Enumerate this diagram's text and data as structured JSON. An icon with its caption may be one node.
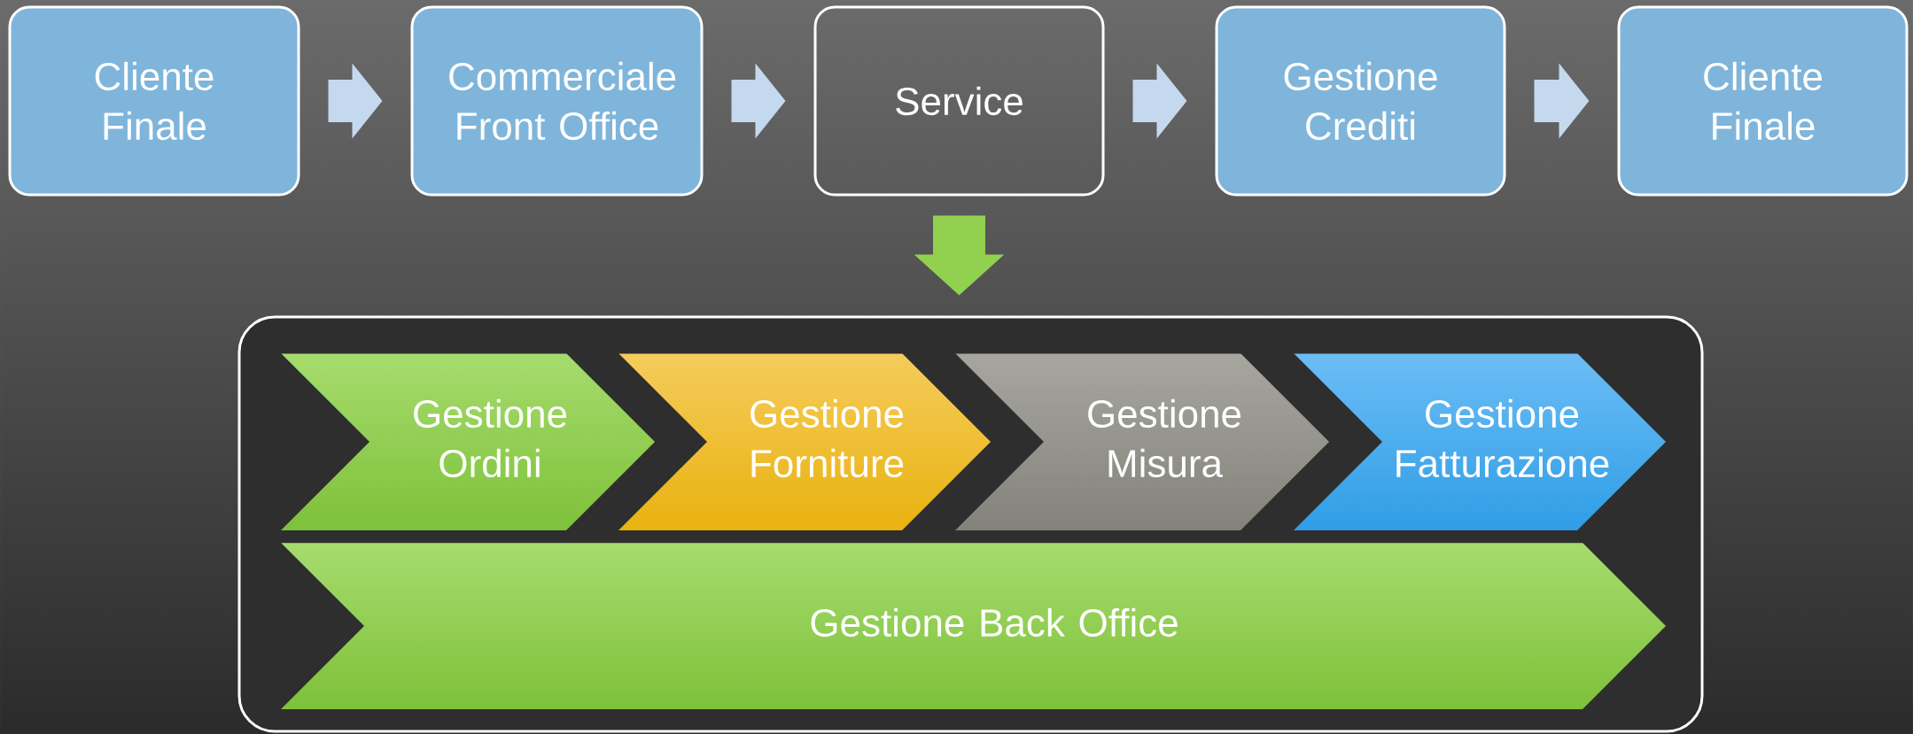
{
  "diagram": {
    "nodes": [
      {
        "text": [
          "Cliente Finale"
        ]
      },
      {
        "text": [
          "Commerciale Front Office"
        ]
      },
      {
        "text": [
          "Service"
        ]
      },
      {
        "text": [
          "Gestione Crediti"
        ]
      },
      {
        "text": [
          "Cliente Finale"
        ]
      },
      {
        "text": [],
        "shape": "box"
      },
      {
        "text": [
          "Gestione Ordini"
        ],
        "in": 5
      },
      {
        "text": [
          "Gestione Forniture"
        ],
        "in": 5
      },
      {
        "text": [
          "Gestione Misura"
        ],
        "in": 5
      },
      {
        "text": [
          "Gestione Fatturazione"
        ],
        "in": 5
      },
      {
        "text": [
          "Gestione Back Office"
        ],
        "in": 5
      }
    ],
    "edges": [
      {
        "from": 0,
        "to": 1,
        "arrow": "to"
      },
      {
        "from": 1,
        "to": 2,
        "arrow": "to"
      },
      {
        "from": 2,
        "to": 3,
        "arrow": "to"
      },
      {
        "from": 3,
        "to": 4,
        "arrow": "to"
      },
      {
        "from": 2,
        "to": 5,
        "arrow": "to",
        "color": "#92d050"
      }
    ]
  }
}
